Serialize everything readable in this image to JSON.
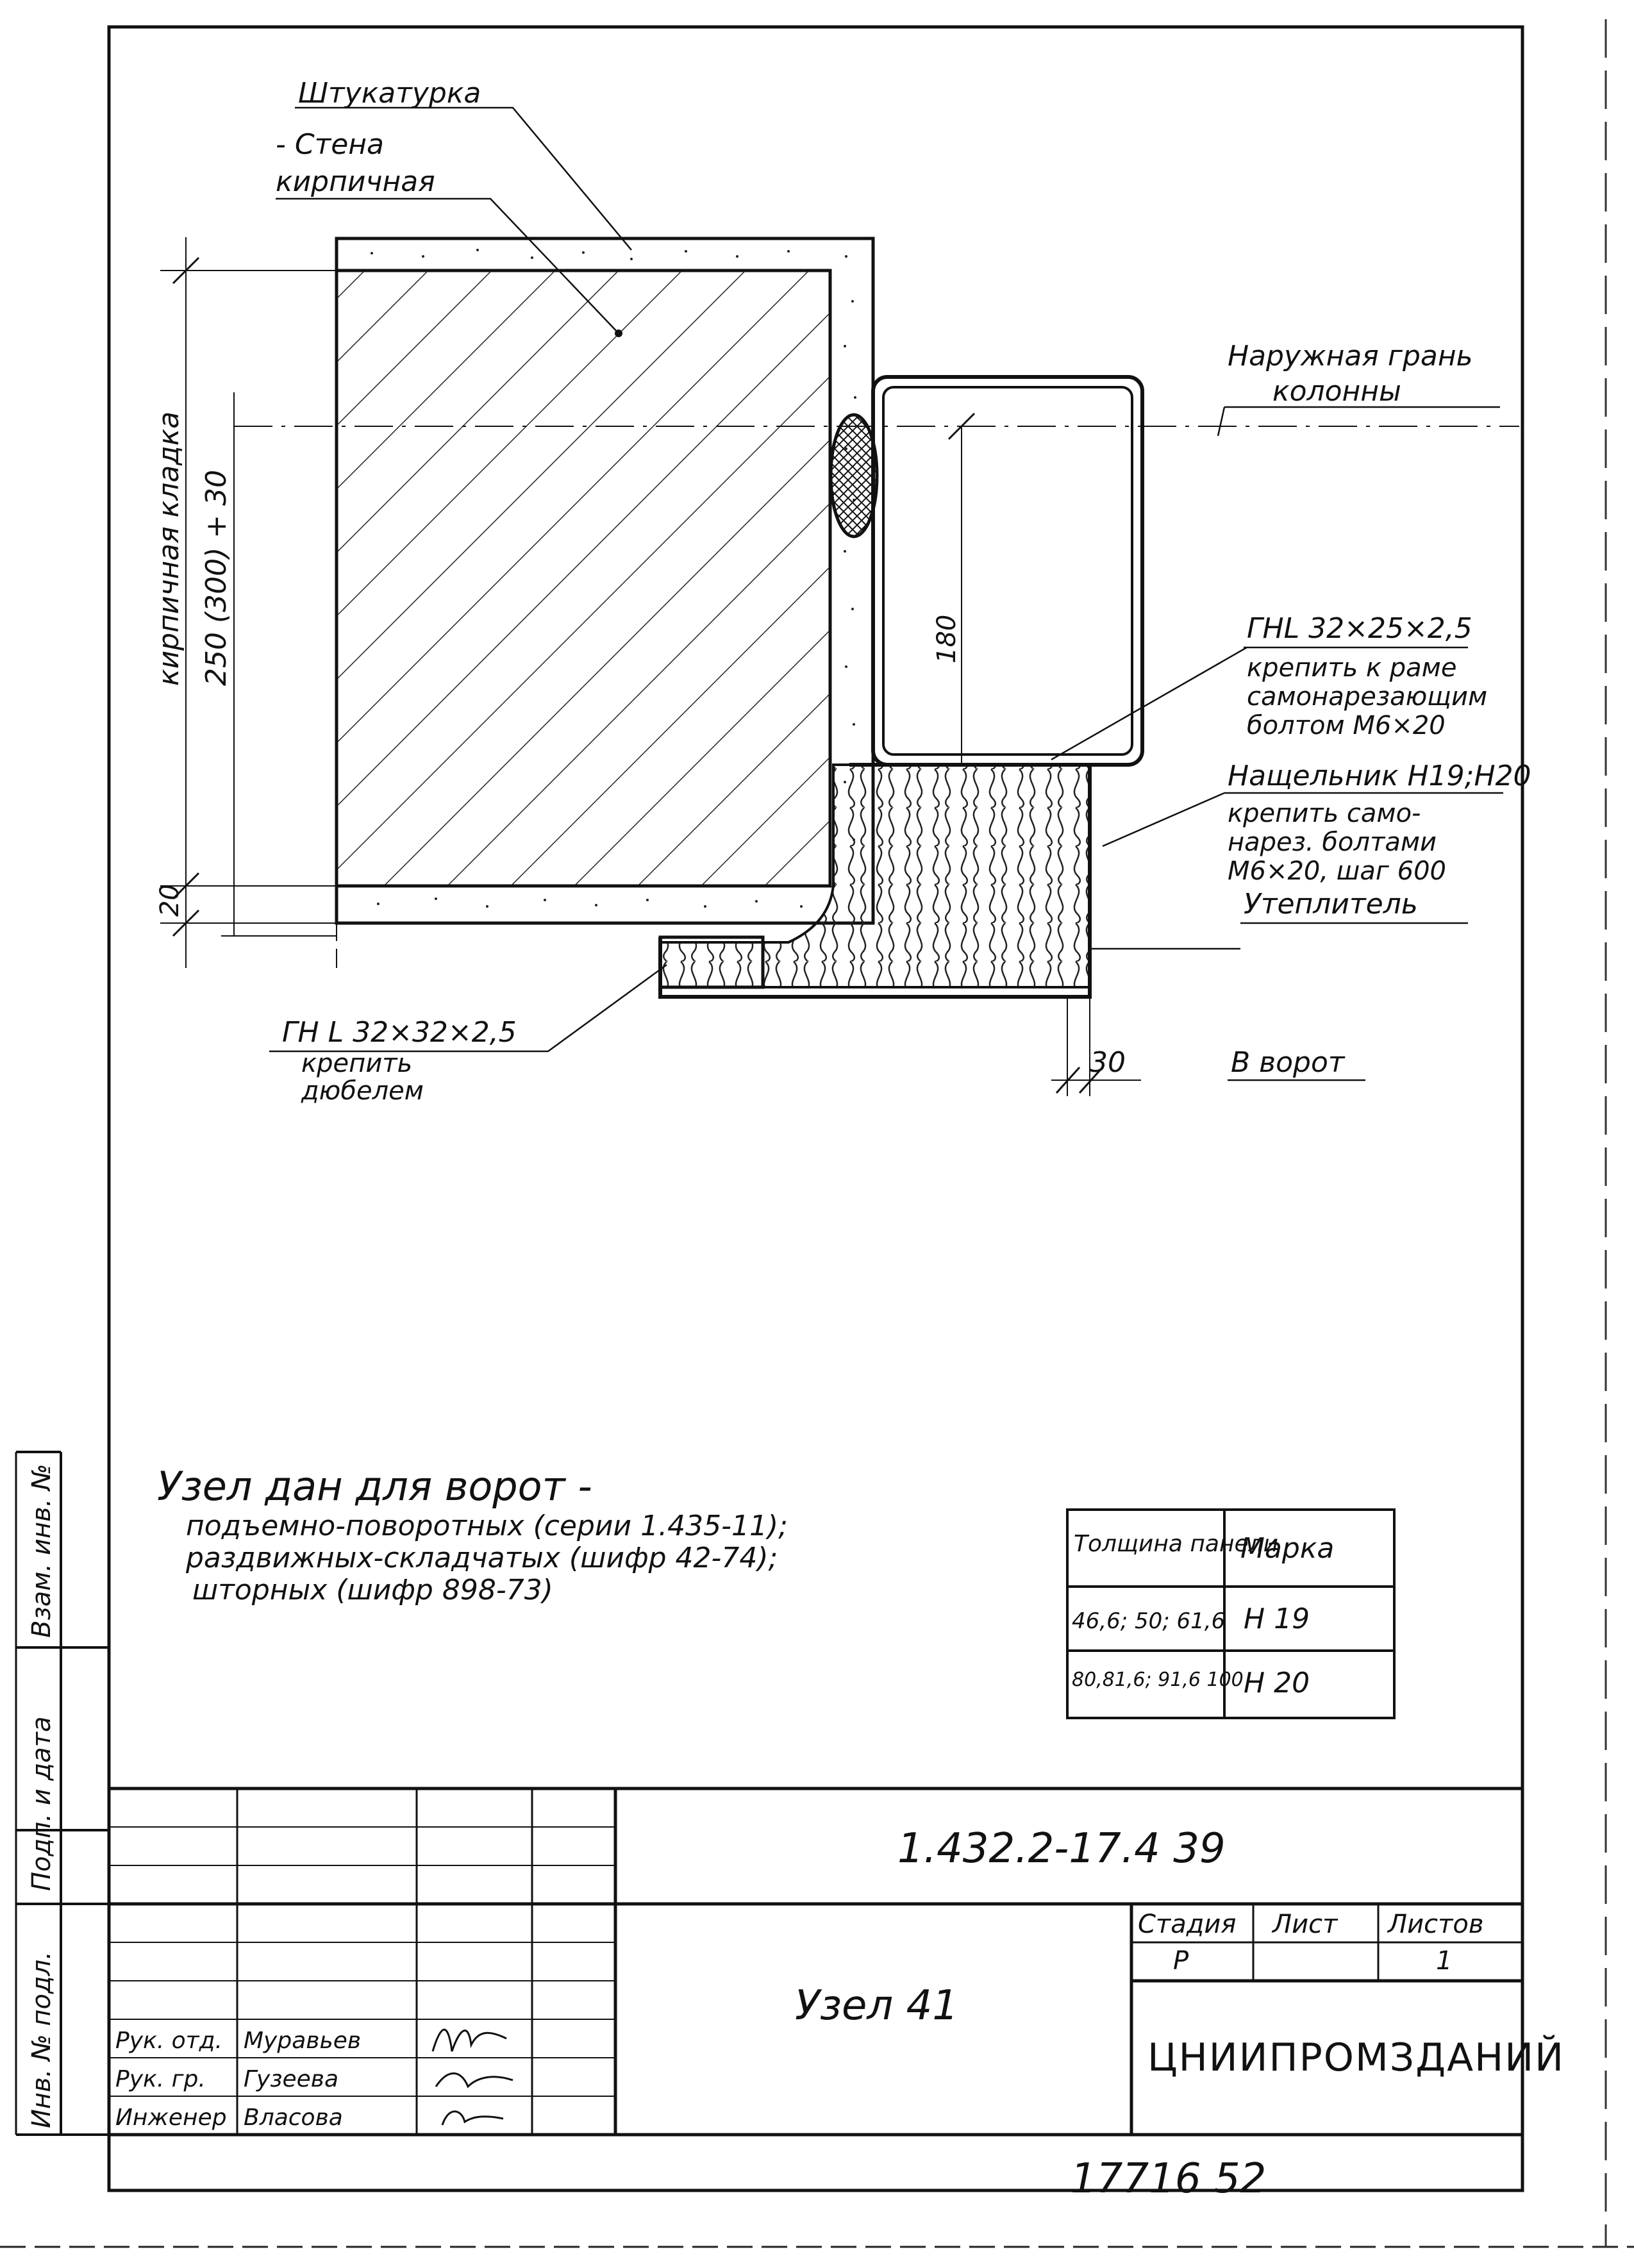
{
  "labels": {
    "plaster": "Штукатурка",
    "wall_line1": "- Стена",
    "wall_line2": "кирпичная",
    "column_face_line1": "Наружная грань",
    "column_face_line2": "колонны",
    "angle_top": "ГНL 32×25×2,5",
    "angle_top_note1": "крепить к раме",
    "angle_top_note2": "самонарезающим",
    "angle_top_note3": "болтом  М6×20",
    "platband": "Нащельник Н19;Н20",
    "platband_note1": "крепить само-",
    "platband_note2": "нарез. болтами",
    "platband_note3": "М6×20, шаг 600",
    "insulation": "Утеплитель",
    "angle_bottom": "ГН L 32×32×2,5",
    "angle_bottom_note1": "крепить",
    "angle_bottom_note2": "дюбелем",
    "gate": "В ворот",
    "dim_30": "30",
    "dim_180": "180",
    "dim_masonry_title": "кирпичная кладка",
    "dim_masonry_value": "250 (300) + 30",
    "dim_20": "20"
  },
  "note": {
    "line1": "Узел дан для ворот -",
    "line2": "подъемно-поворотных (серии 1.435-11);",
    "line3": "раздвижных-складчатых (шифр 42-74);",
    "line4": "шторных  (шифр 898-73)"
  },
  "panel_table": {
    "headers": [
      "Толщина панели",
      "Марка"
    ],
    "rows": [
      [
        "46,6; 50; 61,6",
        "Н 19"
      ],
      [
        "80,81,6; 91,6 100",
        "Н 20"
      ]
    ]
  },
  "side_stamp": [
    "Инв. № подл.",
    "Подп. и дата",
    "Взам. инв. №"
  ],
  "title_block": {
    "doc_code": "1.432.2-17.4  39",
    "drawing_title": "Узел 41",
    "stage_label": "Стадия",
    "sheet_label": "Лист",
    "sheets_label": "Листов",
    "stage_value": "Р",
    "sheet_value": "",
    "sheets_value": "1",
    "organization": "ЦНИИПРОМЗДАНИЙ",
    "signatures": [
      {
        "role": "Рук. отд.",
        "name": "Муравьев"
      },
      {
        "role": "Рук. гр.",
        "name": "Гузеева"
      },
      {
        "role": "Инженер",
        "name": "Власова"
      }
    ]
  },
  "archive_number": "17716  52"
}
